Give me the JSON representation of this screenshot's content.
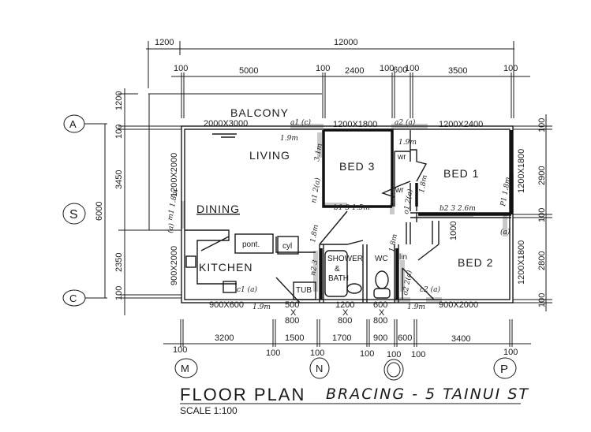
{
  "title": "FLOOR PLAN",
  "subtitle": "BRACING - 5 TAINUI ST",
  "scale": "SCALE 1:100",
  "grid_bubbles": {
    "a": "A",
    "s": "S",
    "c": "C",
    "m": "M",
    "n": "N",
    "o": "O",
    "p": "P"
  },
  "top_dims": {
    "overall_left": "1200",
    "overall": "12000",
    "d": [
      "100",
      "5000",
      "100",
      "2400",
      "100",
      "600",
      "100",
      "3500",
      "100"
    ]
  },
  "left_dims": {
    "d": [
      "1200",
      "100",
      "3450",
      "2350",
      "100"
    ],
    "overall": "6000"
  },
  "right_dims": {
    "d": [
      "100",
      "2900",
      "100",
      "2800",
      "100"
    ]
  },
  "bottom_dims": {
    "d": [
      "3200",
      "1500",
      "1700",
      "900",
      "600",
      "3400"
    ],
    "ticks": [
      "100",
      "100",
      "100",
      "100",
      "100",
      "100",
      "100"
    ]
  },
  "rooms": {
    "balcony": "BALCONY",
    "living": "LIVING",
    "dining": "DINING",
    "kitchen": "KITCHEN",
    "bed3": "BED 3",
    "bed1": "BED 1",
    "bed2": "BED 2",
    "wr1": "wr",
    "wr2": "wr",
    "pantry": "pont.",
    "cylinder": "cyl",
    "shower": "SHOWER",
    "amp": "&",
    "bath": "BATH",
    "wc": "WC",
    "linen": "lin",
    "tub": "TUB"
  },
  "openings": {
    "balcony_door": "2000X3000",
    "bed3_window": "1200X1800",
    "bed1_top_window": "1200X2400",
    "living_window": "1200X2000",
    "kitchen_door_left": "900X2000",
    "bed1_window": "1200X1800",
    "bed2_window": "1200X1800",
    "bed2_inner": "1000",
    "kitchen_window": "900X600",
    "bottom_door": "900X2000",
    "w500": [
      "500",
      "X",
      "800"
    ],
    "w1200": [
      "1200",
      "X",
      "800"
    ],
    "w600": [
      "600",
      "X",
      "800"
    ]
  },
  "annotations": [
    "a1 (c)",
    "a2 (a)",
    "1.9m",
    "3.1m",
    "n1 2(a)",
    "b1 3 1.5m",
    "b2 3 2.6m",
    "P1 1.8m",
    "(a)",
    "m1 1.8m",
    "(a)",
    "n2 3",
    "1.8m",
    "c1 (a)",
    "1.9m",
    "c2 (a)",
    "1.9m",
    "o1 2(a)",
    "1.8m",
    "o2 2(a)",
    "1.8m",
    "1.9m",
    "1.8m"
  ]
}
